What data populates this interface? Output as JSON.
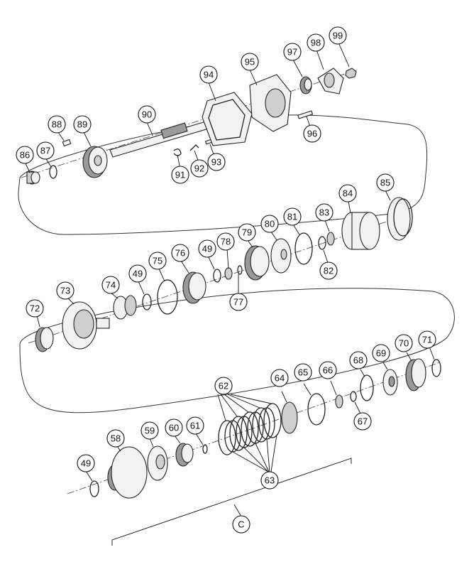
{
  "diagram": {
    "callouts": {
      "c49a": "49",
      "c49b": "49",
      "c49c": "49",
      "c58": "58",
      "c59": "59",
      "c60": "60",
      "c61": "61",
      "c62": "62",
      "c63": "63",
      "c64": "64",
      "c65": "65",
      "c66": "66",
      "c67": "67",
      "c68": "68",
      "c69": "69",
      "c70": "70",
      "c71": "71",
      "c72": "72",
      "c73": "73",
      "c74": "74",
      "c75": "75",
      "c76": "76",
      "c77": "77",
      "c78": "78",
      "c79": "79",
      "c80": "80",
      "c81": "81",
      "c82": "82",
      "c83": "83",
      "c84": "84",
      "c85": "85",
      "c86": "86",
      "c87": "87",
      "c88": "88",
      "c89": "89",
      "c90": "90",
      "c91": "91",
      "c92": "92",
      "c93": "93",
      "c94": "94",
      "c95": "95",
      "c96": "96",
      "c97": "97",
      "c98": "98",
      "c99": "99",
      "cC": "C"
    }
  }
}
